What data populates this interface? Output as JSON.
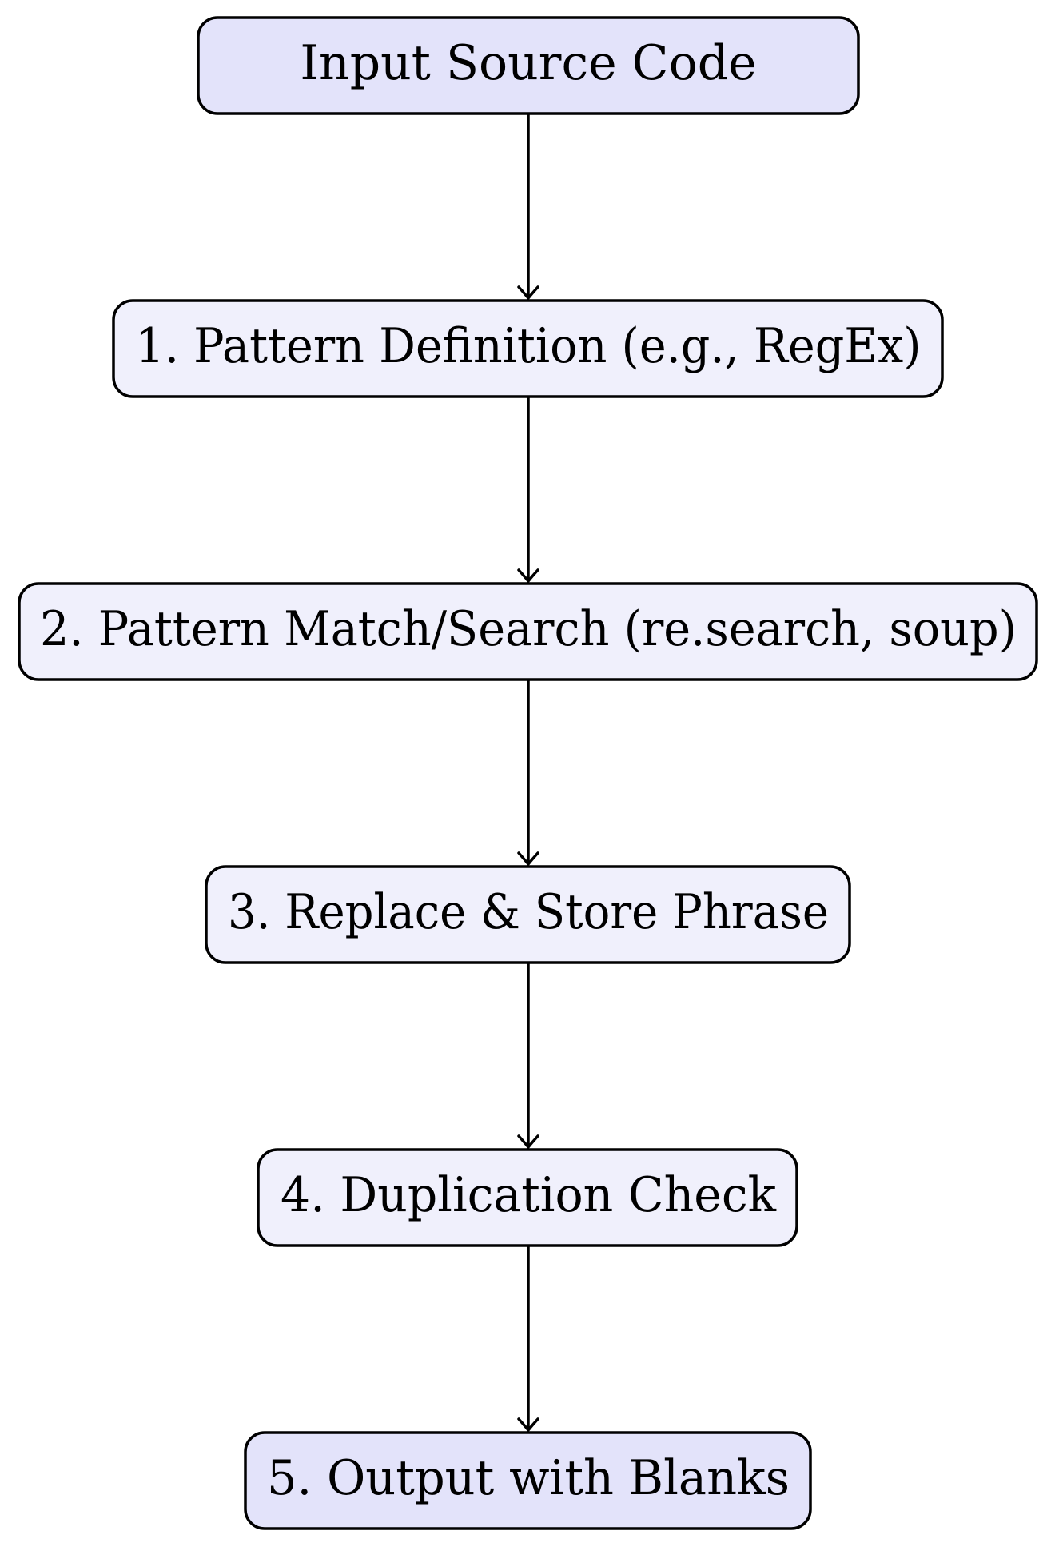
{
  "diagram": {
    "type": "flowchart",
    "direction": "top-to-bottom",
    "colors": {
      "terminal_fill": "#e3e3fa",
      "process_fill": "#f0f0fc",
      "stroke": "#000000",
      "text": "#000000"
    },
    "nodes": [
      {
        "id": "input",
        "label": "Input Source Code",
        "kind": "terminal"
      },
      {
        "id": "step1",
        "label": "1. Pattern Definition (e.g., RegEx)",
        "kind": "process"
      },
      {
        "id": "step2",
        "label": "2. Pattern Match/Search (re.search, soup)",
        "kind": "process"
      },
      {
        "id": "step3",
        "label": "3. Replace & Store Phrase",
        "kind": "process"
      },
      {
        "id": "step4",
        "label": "4. Duplication Check",
        "kind": "process"
      },
      {
        "id": "output",
        "label": "5. Output with Blanks",
        "kind": "terminal"
      }
    ],
    "edges": [
      {
        "from": "input",
        "to": "step1"
      },
      {
        "from": "step1",
        "to": "step2"
      },
      {
        "from": "step2",
        "to": "step3"
      },
      {
        "from": "step3",
        "to": "step4"
      },
      {
        "from": "step4",
        "to": "output"
      }
    ]
  }
}
